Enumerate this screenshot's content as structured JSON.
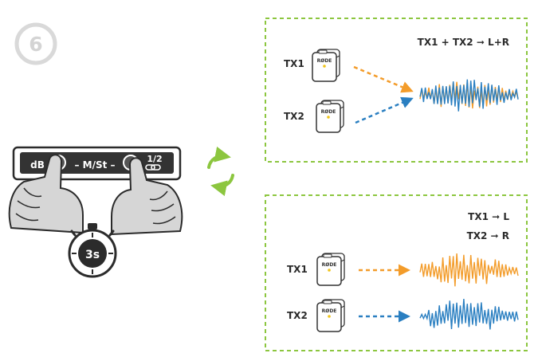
{
  "step": {
    "number": "6"
  },
  "device": {
    "db_label": "dB",
    "mode_label": "– M/St –",
    "pair_label": "1/2"
  },
  "timer": {
    "label": "3s"
  },
  "panel_merged": {
    "formula": "TX1 + TX2  ➞  L+R",
    "tx1_label": "TX1",
    "tx2_label": "TX2",
    "device_brand": "RØDE"
  },
  "panel_split": {
    "map1": "TX1  ➞  L",
    "map2": "TX2  ➞  R",
    "tx1_label": "TX1",
    "tx2_label": "TX2",
    "device_brand": "RØDE"
  },
  "colors": {
    "orange": "#f39c2a",
    "blue": "#2a7fc1",
    "green": "#8cc63f",
    "dashed_border": "#8cc63f",
    "step_circle": "#d9d9d9",
    "dark": "#2b2b2b"
  }
}
